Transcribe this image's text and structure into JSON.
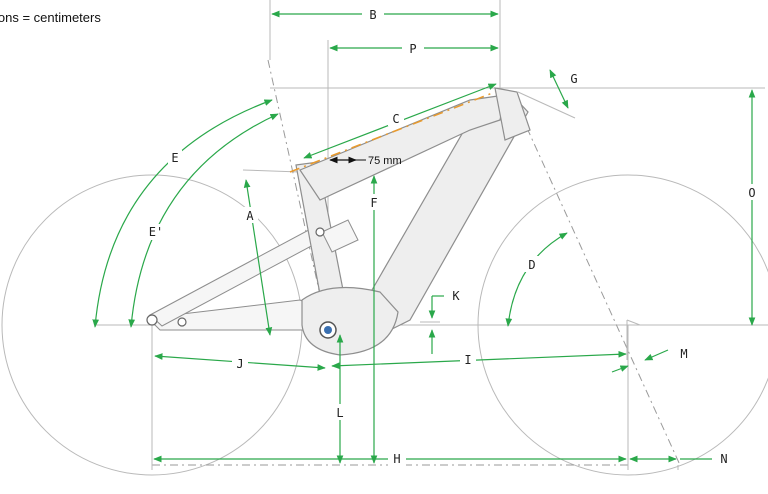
{
  "note": "ions = centimeters",
  "labels": {
    "A": "A",
    "B": "B",
    "C": "C",
    "D": "D",
    "E": "E",
    "E2": "E'",
    "F": "F",
    "G": "G",
    "H": "H",
    "I": "I",
    "J": "J",
    "K": "K",
    "L": "L",
    "M": "M",
    "N": "N",
    "O": "O",
    "P": "P"
  },
  "setback": "75 mm",
  "colors": {
    "dimension": "#2aa84a",
    "accent": "#e89a2e",
    "line": "#b9b9b9"
  }
}
